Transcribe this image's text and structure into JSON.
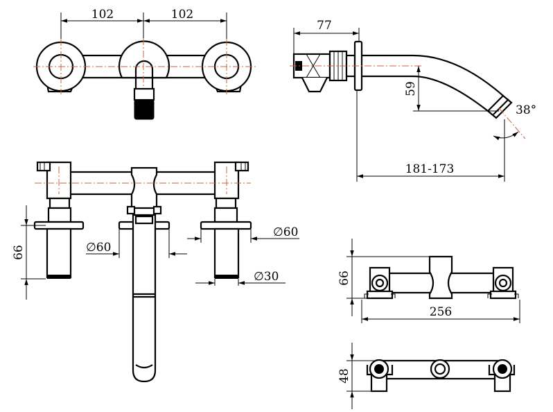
{
  "dimensions": {
    "front_top_left_spacing": "102",
    "front_top_right_spacing": "102",
    "side_depth": "77",
    "side_height": "59",
    "side_angle": "38°",
    "side_reach": "181-173",
    "front_height": "66",
    "front_flange_left": "∅60",
    "front_flange_right": "∅60",
    "front_spout_diameter": "∅30",
    "body_height": "66",
    "body_width": "256",
    "body_depth": "48"
  }
}
